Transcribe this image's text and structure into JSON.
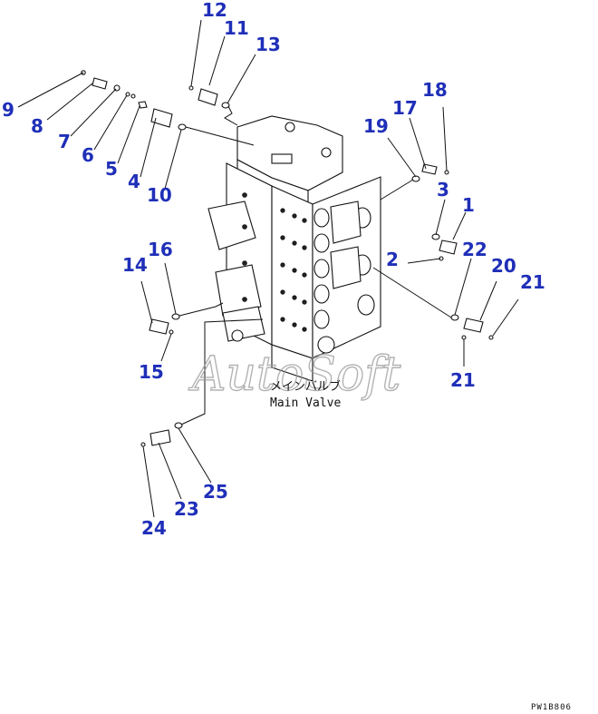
{
  "diagram": {
    "title_jp": "メインバルブ",
    "title_en": "Main Valve",
    "watermark": "AutoSoft",
    "drawing_code": "PW1B806",
    "callouts": [
      "1",
      "2",
      "3",
      "4",
      "5",
      "6",
      "7",
      "8",
      "9",
      "10",
      "11",
      "12",
      "13",
      "14",
      "15",
      "16",
      "17",
      "18",
      "19",
      "20",
      "21",
      "21",
      "22",
      "23",
      "24",
      "25"
    ]
  },
  "colors": {
    "callout": "#1f2fb8",
    "line": "#111111"
  }
}
